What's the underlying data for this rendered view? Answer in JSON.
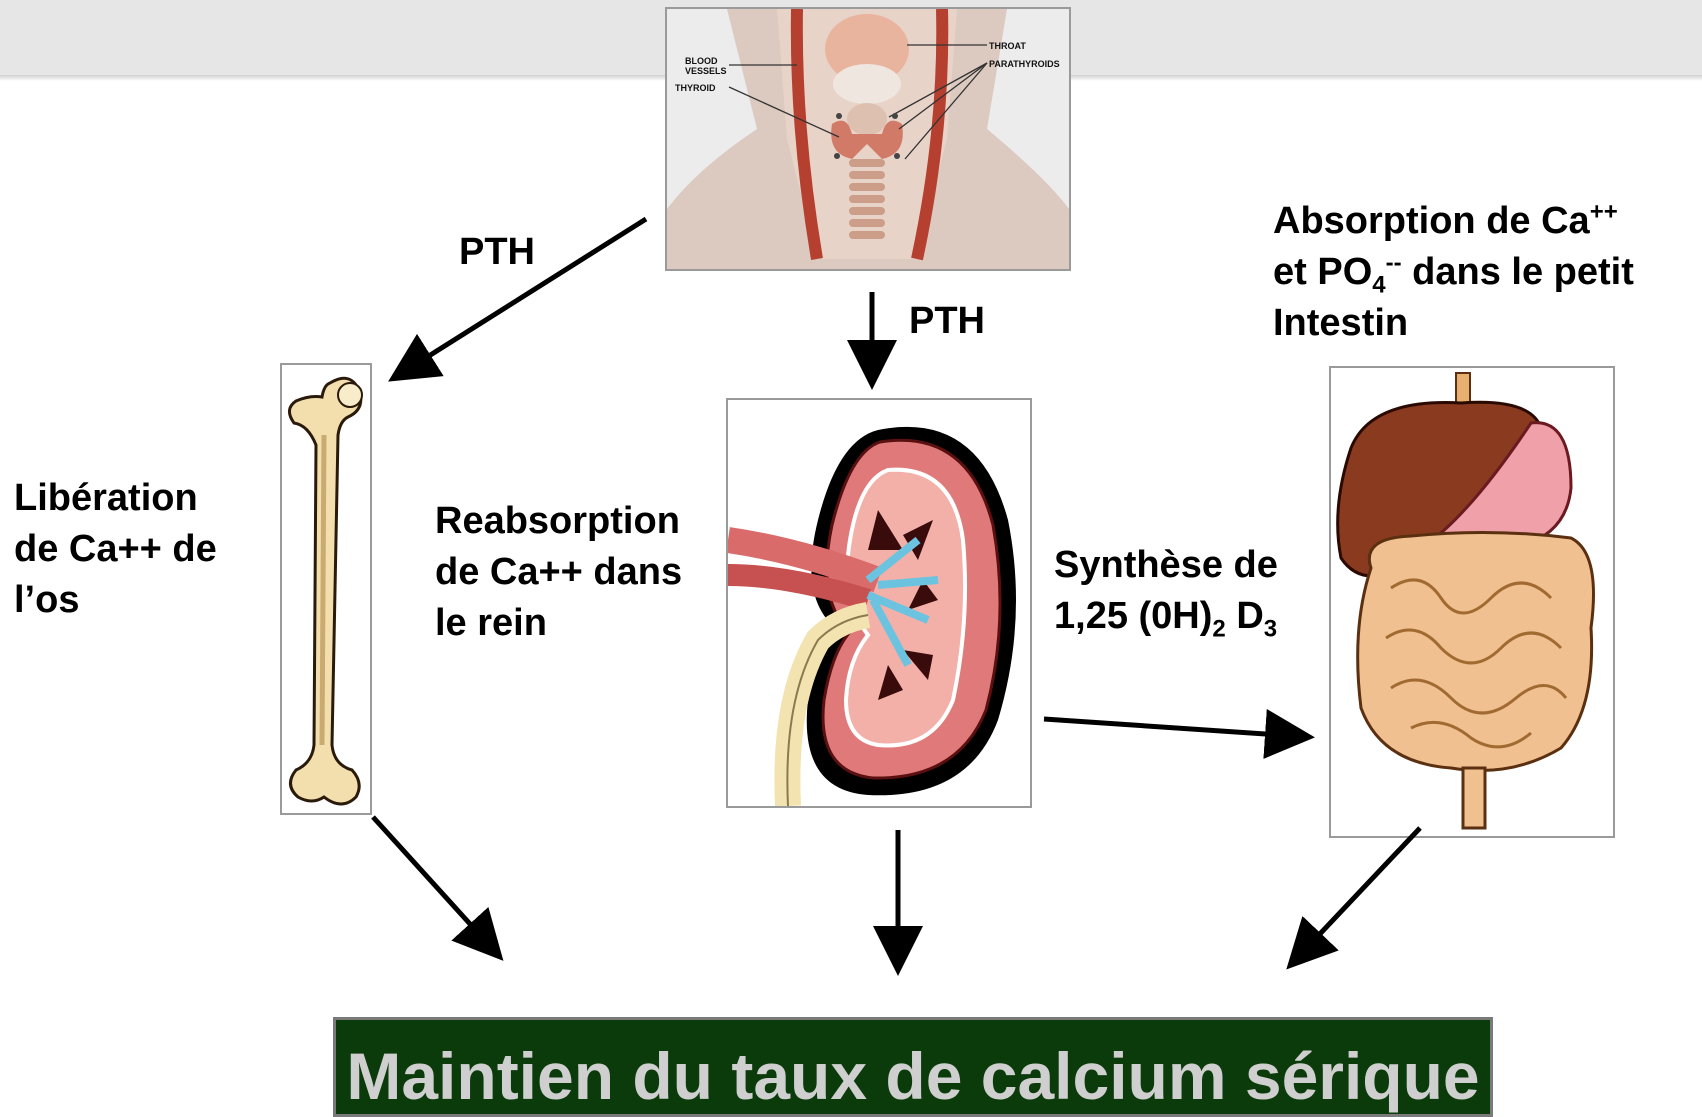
{
  "labels": {
    "pth_left": "PTH",
    "pth_center": "PTH",
    "bone": [
      "Libération",
      "de Ca++ de",
      "l’os"
    ],
    "kidney": [
      "Reabsorption",
      "de Ca++ dans",
      "le rein"
    ],
    "synthesis": {
      "line1": "Synthèse de",
      "line2_pre": "1,25 (0H)",
      "line2_sub": "2",
      "line2_mid": " D",
      "line2_sub2": "3"
    },
    "absorption": {
      "line1_pre": "Absorption de  Ca",
      "line1_sup": "++",
      "line2_pre": "et PO",
      "line2_sub": "4",
      "line2_sup": "--",
      "line2_post": " dans le petit",
      "line3": "Intestin"
    }
  },
  "neck_image": {
    "throat": "THROAT",
    "parathyroids": "PARATHYROIDS",
    "blood_vessels": [
      "BLOOD",
      "VESSELS"
    ],
    "thyroid": "THYROID"
  },
  "banner": "Maintien du taux de calcium sérique",
  "colors": {
    "banner_bg": "#0b3b0b",
    "banner_text": "#cfcfcf",
    "bone": "#f3dfae",
    "kidney": "#e07a7a",
    "liver": "#8a3a1e",
    "intestine": "#f0c090"
  }
}
